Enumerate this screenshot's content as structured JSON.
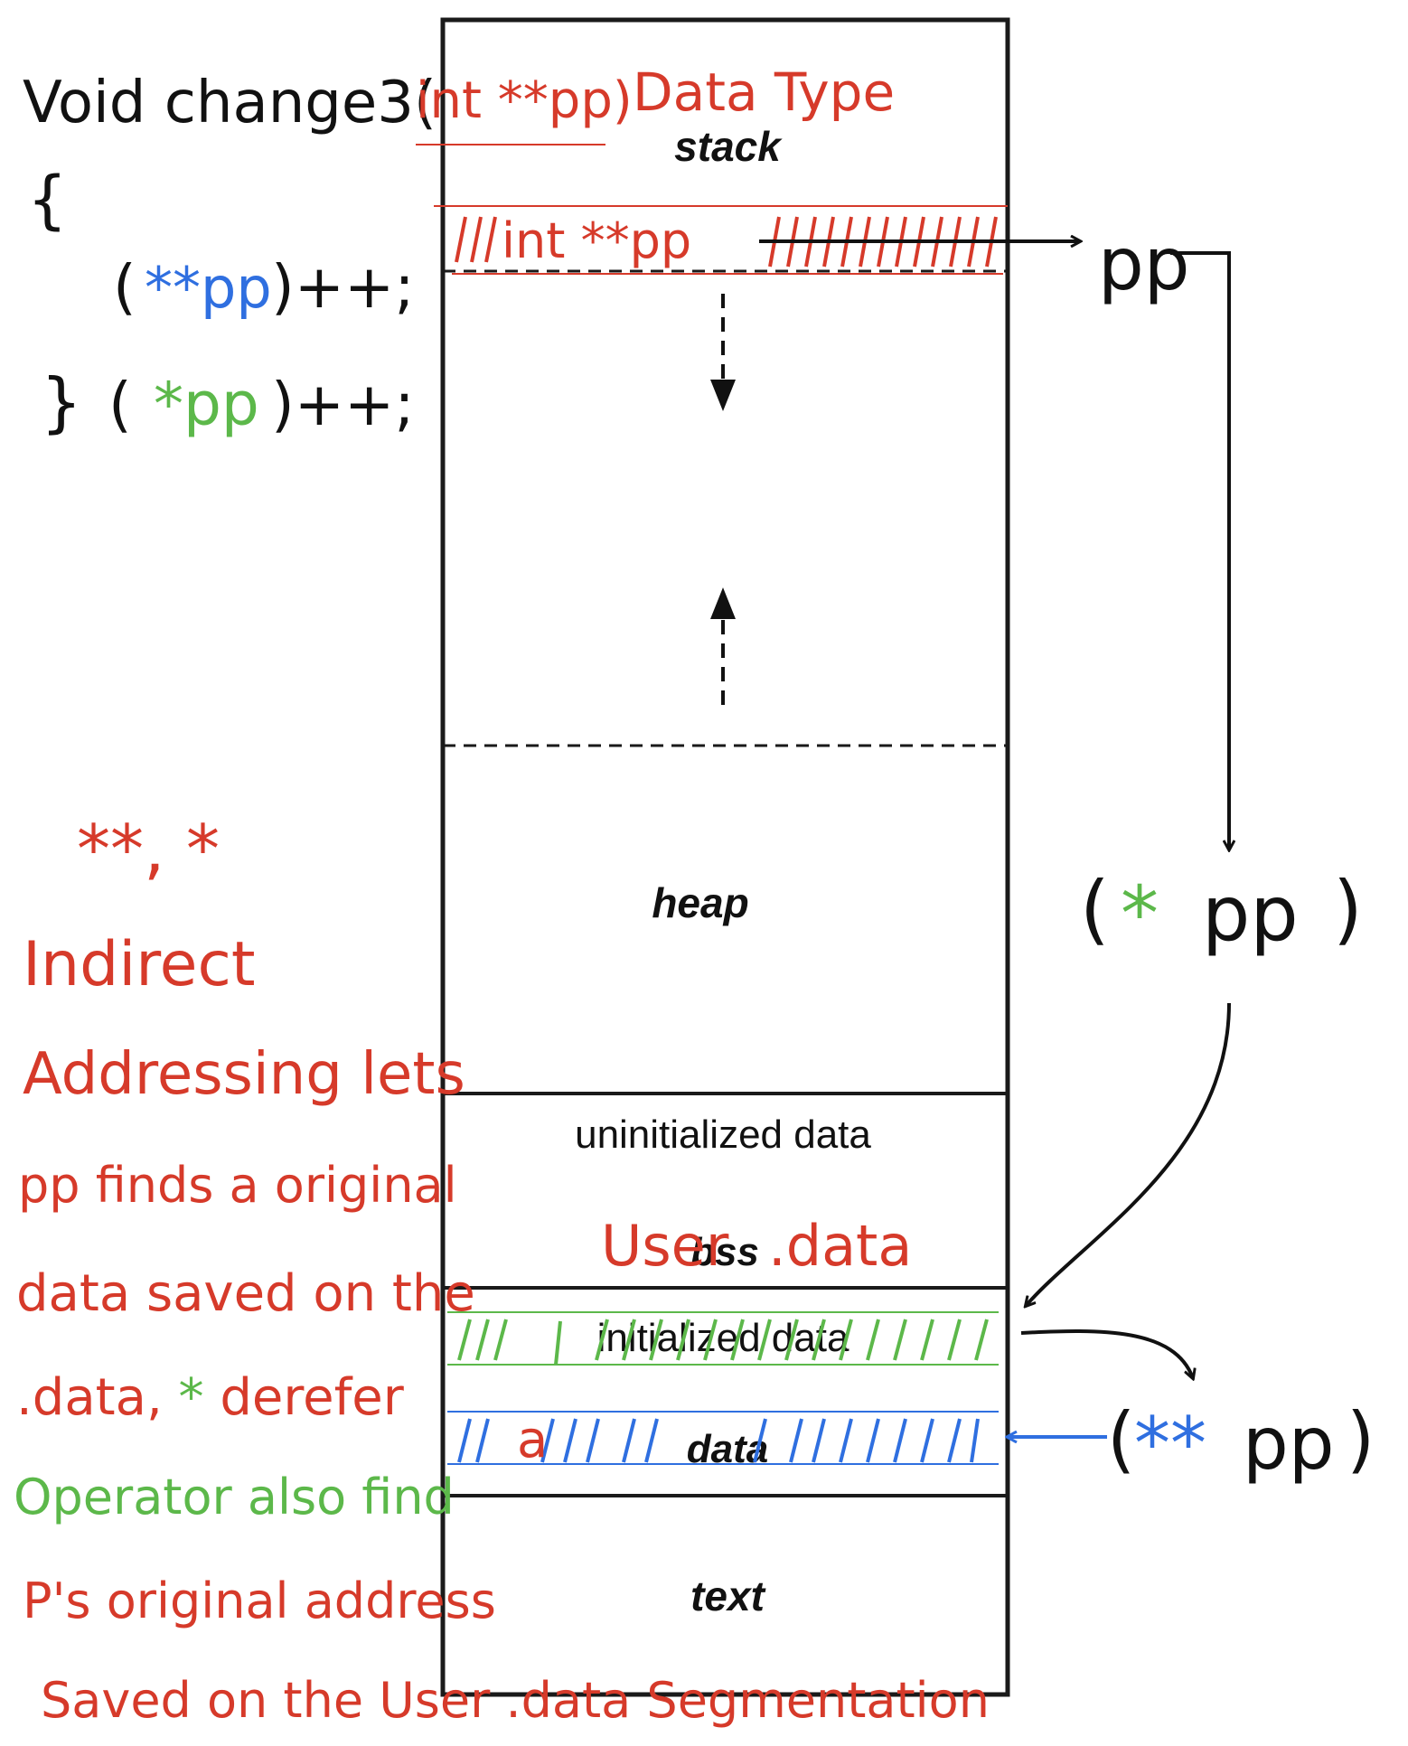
{
  "code": {
    "signature_prefix": "Void change3(",
    "signature_param": "int **pp)",
    "open_brace": "{",
    "stmt1_open": "(",
    "stmt1_ptr": "**pp",
    "stmt1_close": ")++;",
    "close_brace": "}",
    "stmt2_open": "(",
    "stmt2_ptr": "*pp",
    "stmt2_close": ")++;"
  },
  "annotations": {
    "data_type": "Data Type",
    "stack_var": "int **pp",
    "user_data": "User",
    "user_data_suffix": ".data",
    "var_a": "a",
    "pp_label": "pp",
    "deref1_open": "(",
    "deref1_star": "*",
    "deref1_pp": "pp",
    "deref1_close": ")",
    "deref2_open": "(",
    "deref2_star": "**",
    "deref2_pp": "pp",
    "deref2_close": ")"
  },
  "memory_segments": {
    "stack": "stack",
    "heap": "heap",
    "uninitialized": "uninitialized data",
    "bss": "bss",
    "initialized": "initialized data",
    "data": "data",
    "text": "text"
  },
  "explanation": {
    "line0": "**, *",
    "line1": "Indirect",
    "line2": "Addressing lets",
    "line3": "pp finds a original",
    "line4": "data saved on the",
    "line5_a": ".data, ",
    "line5_star": "*",
    "line5_b": " derefer",
    "line6": "Operator also find",
    "line7": "P's original address",
    "line8": "Saved on the User .data Segmentation"
  },
  "colors": {
    "ink": "#111111",
    "red": "#d63a2a",
    "green": "#5cb84a",
    "blue": "#2f6fe0",
    "box": "#1a1a1a"
  }
}
